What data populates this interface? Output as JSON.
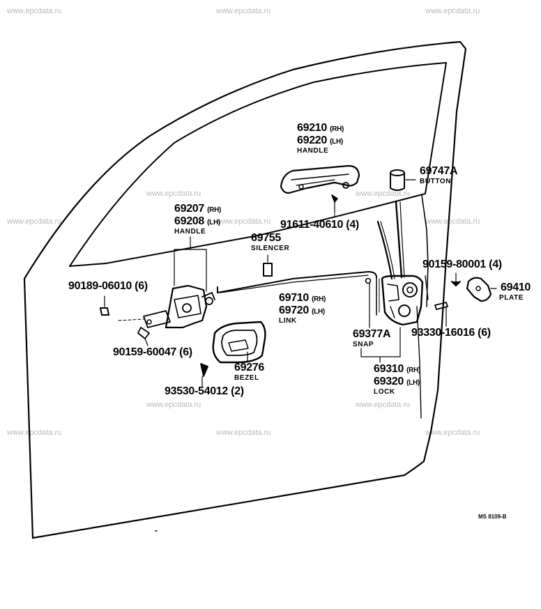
{
  "watermark": "www.epcdata.ru",
  "parts": {
    "handle_outer": {
      "rh_no": "69210",
      "lh_no": "69220",
      "rh_side": "(RH)",
      "lh_side": "(LH)",
      "name": "HANDLE"
    },
    "button": {
      "no": "69747A",
      "name": "BUTTON"
    },
    "handle_inner": {
      "rh_no": "69207",
      "lh_no": "69208",
      "rh_side": "(RH)",
      "lh_side": "(LH)",
      "name": "HANDLE"
    },
    "screw_handle": {
      "no": "91611-40610",
      "qty": "(4)"
    },
    "silencer": {
      "no": "69755",
      "name": "SILENCER"
    },
    "screw_lock": {
      "no": "90159-80001",
      "qty": "(4)"
    },
    "plate": {
      "no": "69410",
      "name": "PLATE"
    },
    "nut": {
      "no": "90189-06010",
      "qty": "(6)"
    },
    "link": {
      "rh_no": "69710",
      "lh_no": "69720",
      "rh_side": "(RH)",
      "lh_side": "(LH)",
      "name": "LINK"
    },
    "screw_plate": {
      "no": "93330-16016",
      "qty": "(6)"
    },
    "snap": {
      "no": "69377A",
      "name": "SNAP"
    },
    "screw_inner": {
      "no": "90159-60047",
      "qty": "(6)"
    },
    "bezel": {
      "no": "69276",
      "name": "BEZEL"
    },
    "lock": {
      "rh_no": "69310",
      "lh_no": "69320",
      "rh_side": "(RH)",
      "lh_side": "(LH)",
      "name": "LOCK"
    },
    "screw_bezel": {
      "no": "93530-54012",
      "qty": "(2)"
    }
  },
  "drawing_ref": "MS 8109-B"
}
